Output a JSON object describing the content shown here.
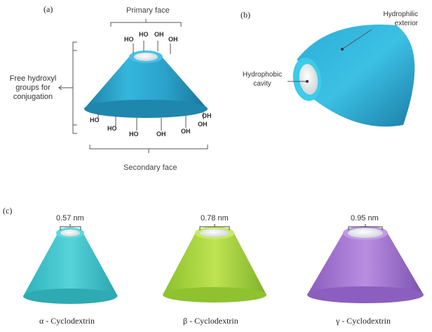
{
  "panels": {
    "a": {
      "tag": "(a)",
      "primary_face": "Primary face",
      "secondary_face": "Secondary face",
      "free_hydroxyl": [
        "Free hydroxyl",
        "groups for",
        "conjugation"
      ],
      "top_oh": [
        "HO",
        "HO",
        "OH",
        "OH"
      ],
      "bottom_oh": [
        "HO",
        "HO",
        "HO",
        "OH",
        "OH",
        "OH",
        "OH"
      ]
    },
    "b": {
      "tag": "(b)",
      "hydrophilic": [
        "Hydrophilic",
        "exterior"
      ],
      "hydrophobic": [
        "Hydrophobic",
        "cavity"
      ]
    },
    "c": {
      "tag": "(c)",
      "items": [
        {
          "size": "0.57 nm",
          "name": "α - Cyclodextrin",
          "color": "#3fc8cf"
        },
        {
          "size": "0.78 nm",
          "name": "β - Cyclodextrin",
          "color": "#a9d93c"
        },
        {
          "size": "0.95 nm",
          "name": "γ - Cyclodextrin",
          "color": "#a97cd6"
        }
      ]
    }
  },
  "colors": {
    "cone_blue": "#2aa8cc"
  }
}
